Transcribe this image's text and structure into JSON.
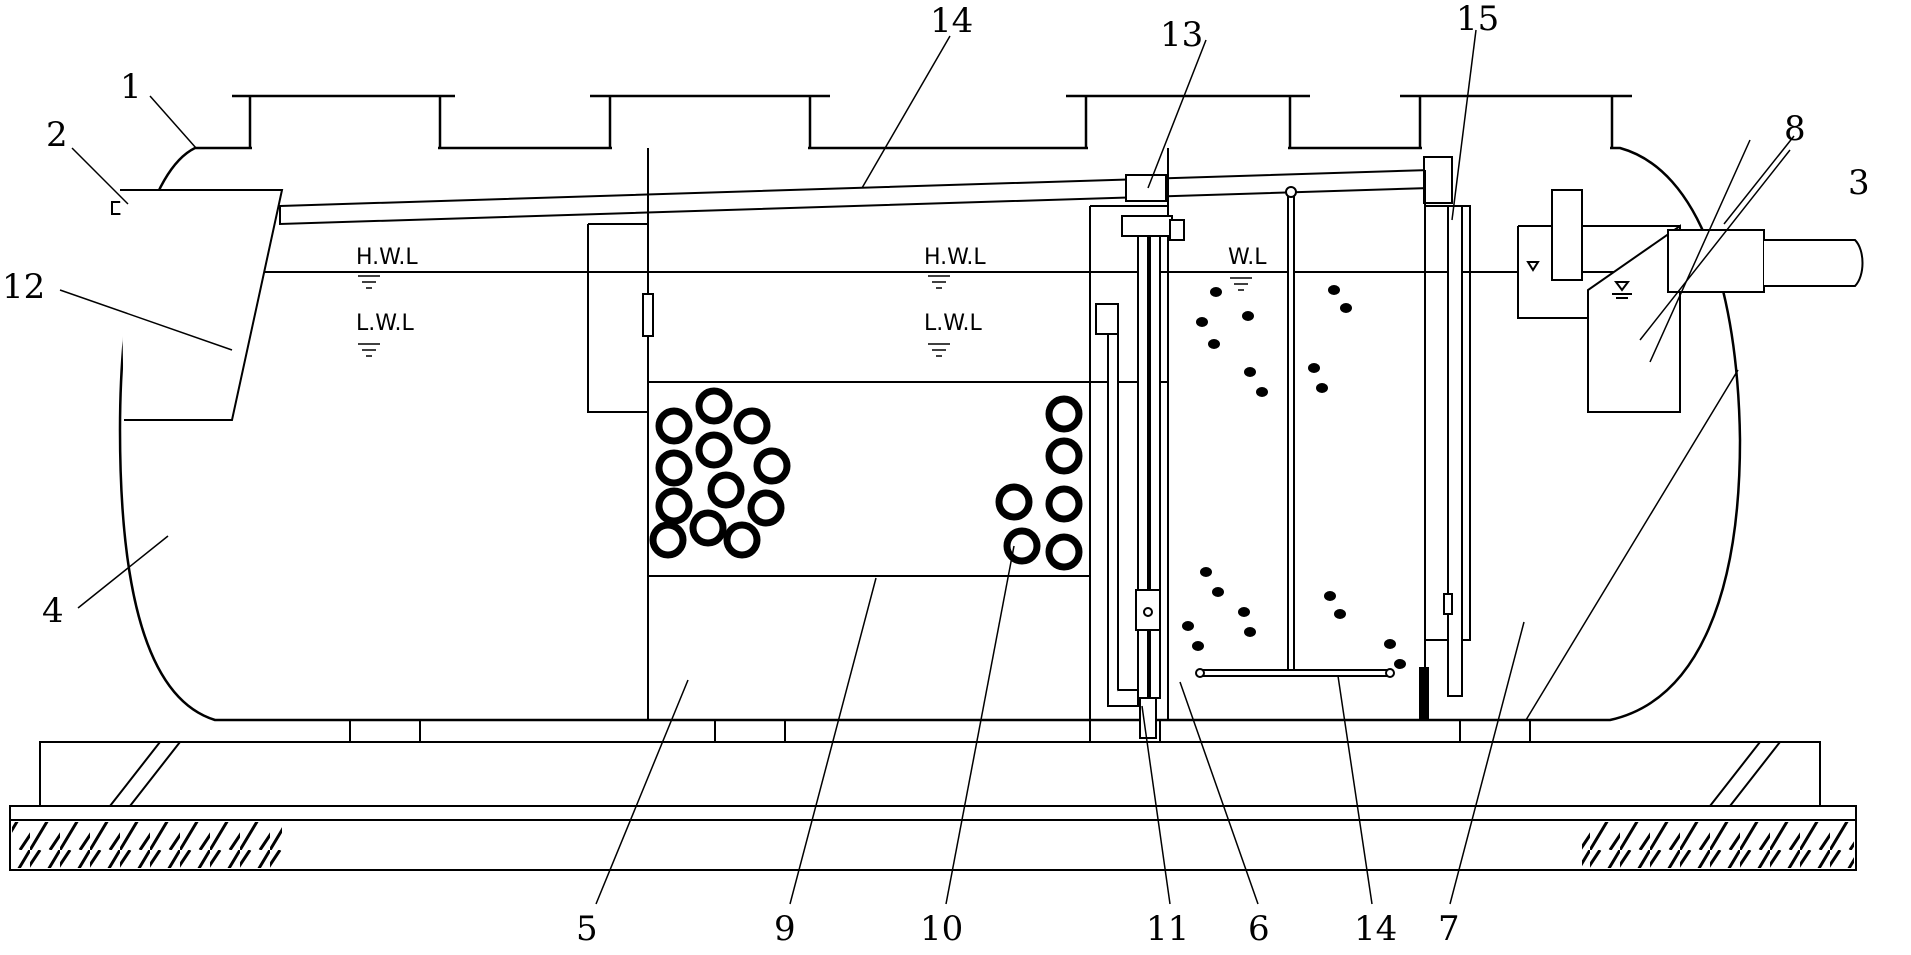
{
  "labels": {
    "n1": "1",
    "n2": "2",
    "n3": "3",
    "n4": "4",
    "n5": "5",
    "n6": "6",
    "n7": "7",
    "n8": "8",
    "n9": "9",
    "n10": "10",
    "n11": "11",
    "n12": "12",
    "n13": "13",
    "n14_top": "14",
    "n14_bottom": "14",
    "n15": "15"
  },
  "water_levels": {
    "hwl_left": "H.W.L",
    "lwl_left": "L.W.L",
    "hwl_mid": "H.W.L",
    "lwl_mid": "L.W.L",
    "wl_right": "W.L"
  },
  "colors": {
    "line": "#000000",
    "background": "#ffffff"
  }
}
